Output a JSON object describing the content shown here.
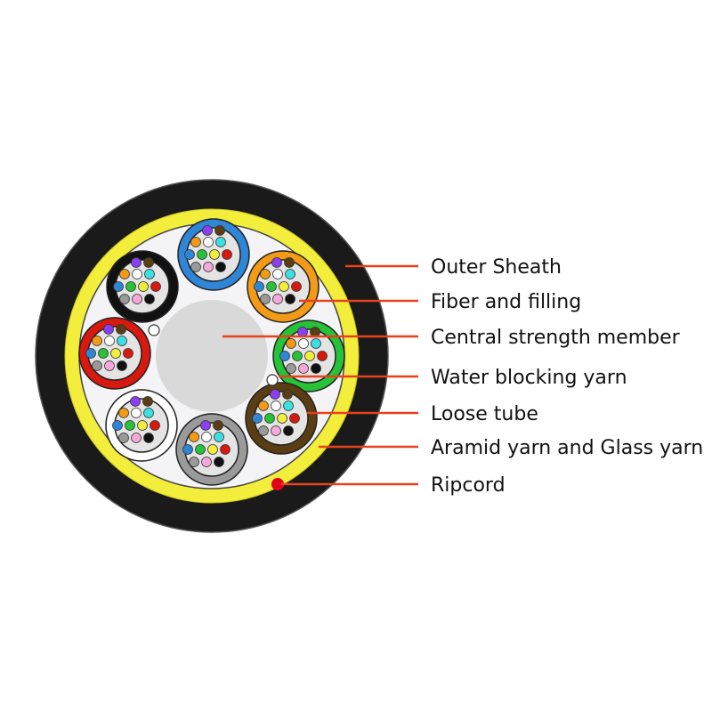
{
  "labels": {
    "outer_sheath": "Outer Sheath",
    "fiber_filling": "Fiber and filling",
    "central_member": "Central strength member",
    "water_blocking": "Water blocking yarn",
    "loose_tube": "Loose tube",
    "aramid_glass": "Aramid yarn and Glass yarn",
    "ripcord": "Ripcord"
  },
  "colors": {
    "sheath": "#1a1a1a",
    "aramid_yarn": "#f3ee3c",
    "core_fill": "#f4f4f6",
    "central_member": "#d9d9d9",
    "leader": "#e8411d",
    "ripcord": "#e3001b",
    "tube_gel": "#e4e4e4"
  },
  "tube_colors": [
    "#2f86d6",
    "#f39b16",
    "#27c237",
    "#5b3d14",
    "#9a9a9a",
    "#ffffff",
    "#d8190f",
    "#111111"
  ],
  "fiber_colors": [
    "#8a3ff2",
    "#5b3d14",
    "#f39b16",
    "#ffffff",
    "#3be1e0",
    "#2f86d6",
    "#27c237",
    "#f3ee3c",
    "#d8190f",
    "#9a9a9a",
    "#f6a8d8",
    "#111111"
  ]
}
